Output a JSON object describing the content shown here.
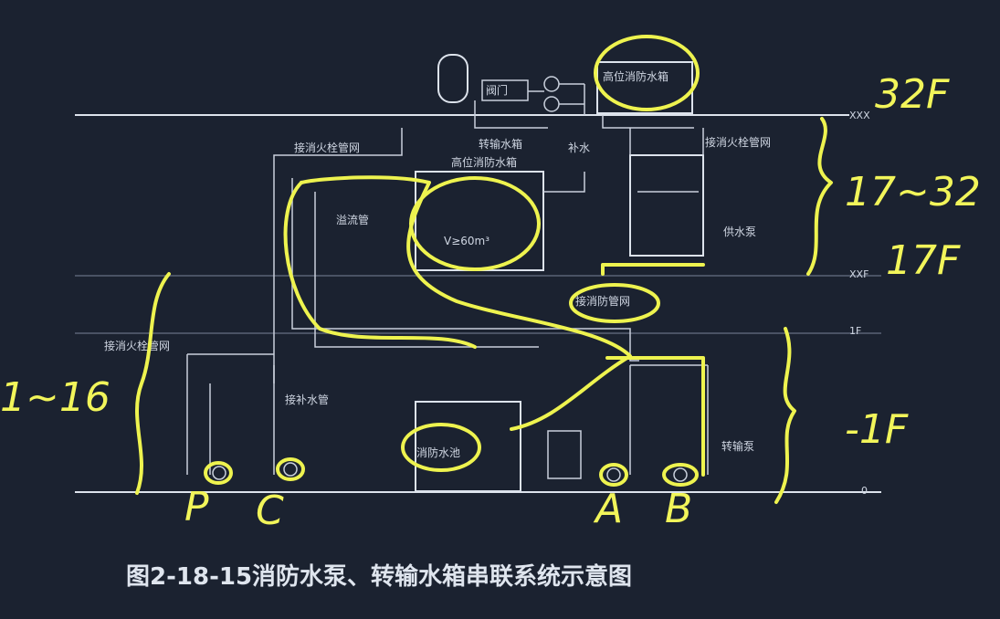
{
  "floor_levels": {
    "top": "XXX",
    "mid": "XXF",
    "first": "1F",
    "ground": "0"
  },
  "labels": {
    "top_fire_tank": "高位消防水箱",
    "valves": "阀门",
    "high_hydrant_net": "接消火栓管网",
    "transfer_tank_1": "转输水箱",
    "high_tank": "高位消防水箱",
    "replenish": "补水",
    "right_hydrant_net": "接消火栓管网",
    "overflow_pipe": "溢流管",
    "vol": "V≥60m³",
    "supply_pump": "供水泵",
    "fire_pipe_net": "接消防管网",
    "low_hydrant_net": "接消火栓管网",
    "replenish_pipe": "接补水管",
    "fire_pool": "消防水池",
    "transfer_pump": "转输泵"
  },
  "handwriting": {
    "top_floor": "32F",
    "upper_zone": "17~32",
    "mid_floor": "17F",
    "low_zone": "1~16",
    "basement": "-1F",
    "p": "P",
    "c": "C",
    "a": "A",
    "b": "B"
  },
  "caption": "图2-18-15消防水泵、转输水箱串联系统示意图"
}
